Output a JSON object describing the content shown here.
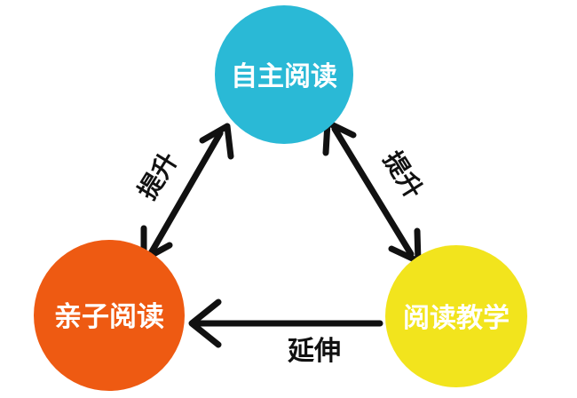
{
  "nodes": {
    "top": {
      "label": "自主阅读",
      "color": "#2ab9d6"
    },
    "left": {
      "label": "亲子阅读",
      "color": "#ee5a12"
    },
    "right": {
      "label": "阅读教学",
      "color": "#f2e41d"
    }
  },
  "edges": {
    "left_edge": {
      "label": "提升"
    },
    "right_edge": {
      "label": "提升"
    },
    "bottom_edge": {
      "label": "延伸"
    }
  }
}
